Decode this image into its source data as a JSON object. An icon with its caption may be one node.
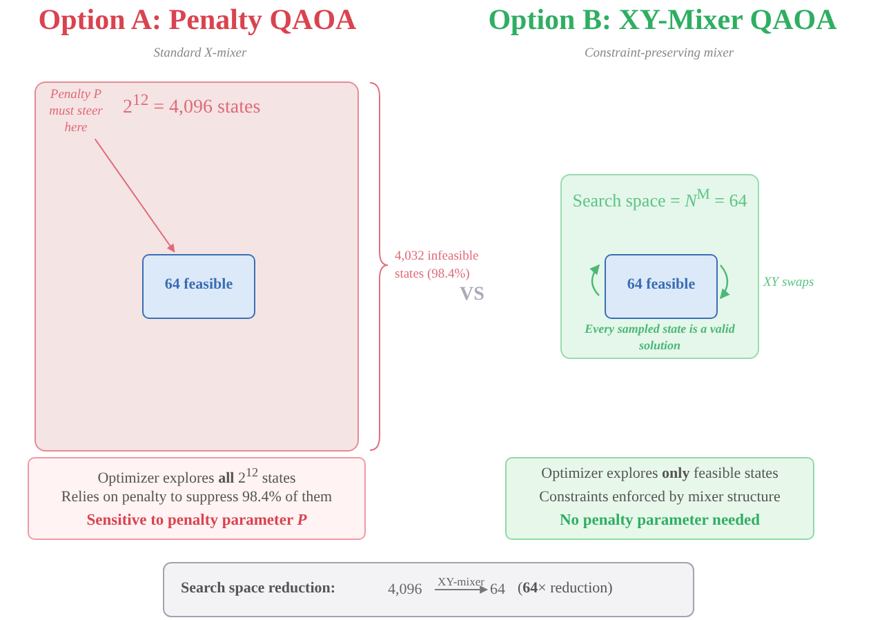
{
  "diagram": {
    "nodes": [
      {
        "text": [
          "2$^{12}$ = 4,096 states"
        ]
      },
      {
        "text": [
          "Penalty P must steer here"
        ],
        "in": 0
      },
      {
        "text": [
          "64 feasible"
        ],
        "in": 0
      },
      {
        "text": [
          "Search space = *N*$^{M}$ = 64",
          "Every sampled state is a valid solution"
        ]
      },
      {
        "text": [
          "64 feasible"
        ],
        "in": 3,
        "beside": [
          "XY swaps"
        ]
      },
      {
        "text": [
          "Optimizer explores **all** 2$^{12}$ states",
          "Relies on penalty to suppress 98.4% of them",
          "Sensitive to penalty parameter *P*"
        ]
      },
      {
        "text": [
          "Optimizer explores **only** feasible states",
          "Constraints enforced by mixer structure",
          "No penalty parameter needed"
        ]
      },
      {
        "text": [
          "Search space reduction:",
          "(**64**× reduction)"
        ]
      },
      {
        "text": [
          "4,096"
        ],
        "in": 7
      },
      {
        "text": [
          "64"
        ],
        "in": 7
      }
    ],
    "edges": [
      {
        "from": 1,
        "to": 2,
        "arrow": "to",
        "color": "#e06a78"
      },
      {
        "from": 8,
        "to": 9,
        "arrow": "to",
        "label": "XY-mixer",
        "color": "#777777"
      }
    ],
    "labels": [
      "Option A: Penalty QAOA",
      "Option B: XY-Mixer QAOA",
      "Standard X-mixer",
      "Constraint-preserving mixer",
      "4,032 infeasible states (98.4%)",
      "VS"
    ]
  }
}
